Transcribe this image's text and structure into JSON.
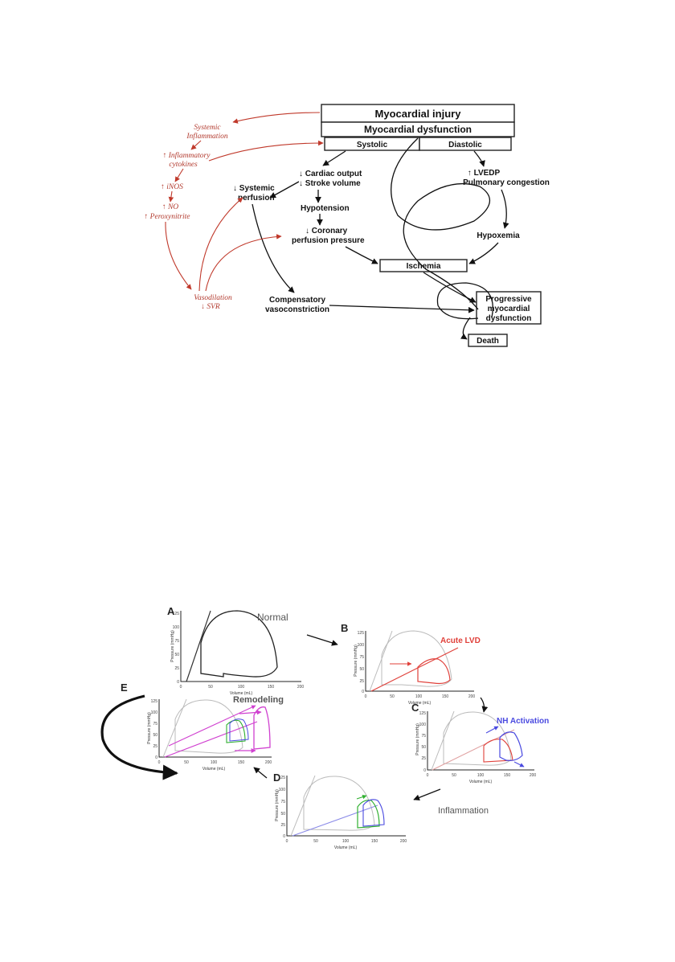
{
  "flow": {
    "box_injury": "Myocardial injury",
    "box_dysfunction": "Myocardial dysfunction",
    "box_systolic": "Systolic",
    "box_diastolic": "Diastolic",
    "cardiac_output": "↓ Cardiac output",
    "stroke_volume": "↓ Stroke volume",
    "hypotension": "Hypotension",
    "coronary_1": "↓ Coronary",
    "coronary_2": "perfusion pressure",
    "systemic_1": "↓ Systemic",
    "systemic_2": "perfusion",
    "lvedp": "↑ LVEDP",
    "pulm": "Pulmonary congestion",
    "hypoxemia": "Hypoxemia",
    "ischemia": "Ischemia",
    "comp_1": "Compensatory",
    "comp_2": "vasoconstriction",
    "prog_1": "Progressive",
    "prog_2": "myocardial",
    "prog_3": "dysfunction",
    "death": "Death",
    "infl_1": "Systemic",
    "infl_2": "Inflammation",
    "cyto_1": "↑ Inflammatory",
    "cyto_2": "cytokines",
    "inos": "↑ iNOS",
    "no": "↑ NO",
    "perox": "↑ Peroxynitrite",
    "vaso": "Vasodilation",
    "svr": "↓ SVR"
  },
  "pv": {
    "panel_a": "A",
    "panel_b": "B",
    "panel_c": "C",
    "panel_d": "D",
    "panel_e": "E",
    "normal": "Normal",
    "acute": "Acute LVD",
    "nh": "NH Activation",
    "remodeling": "Remodeling",
    "inflammation": "Inflammation",
    "ylabel": "Pressure (mmHg)",
    "xlabel": "Volume (mL)",
    "yticks": [
      "125",
      "100",
      "75",
      "50",
      "25",
      "0"
    ],
    "xticks": [
      "0",
      "50",
      "100",
      "150",
      "200"
    ],
    "colors": {
      "acute": "#e0403a",
      "nh": "#4a4ae0",
      "remodeling": "#d040d0",
      "inflammation": "#30b030",
      "gray": "#bbbbbb"
    }
  }
}
